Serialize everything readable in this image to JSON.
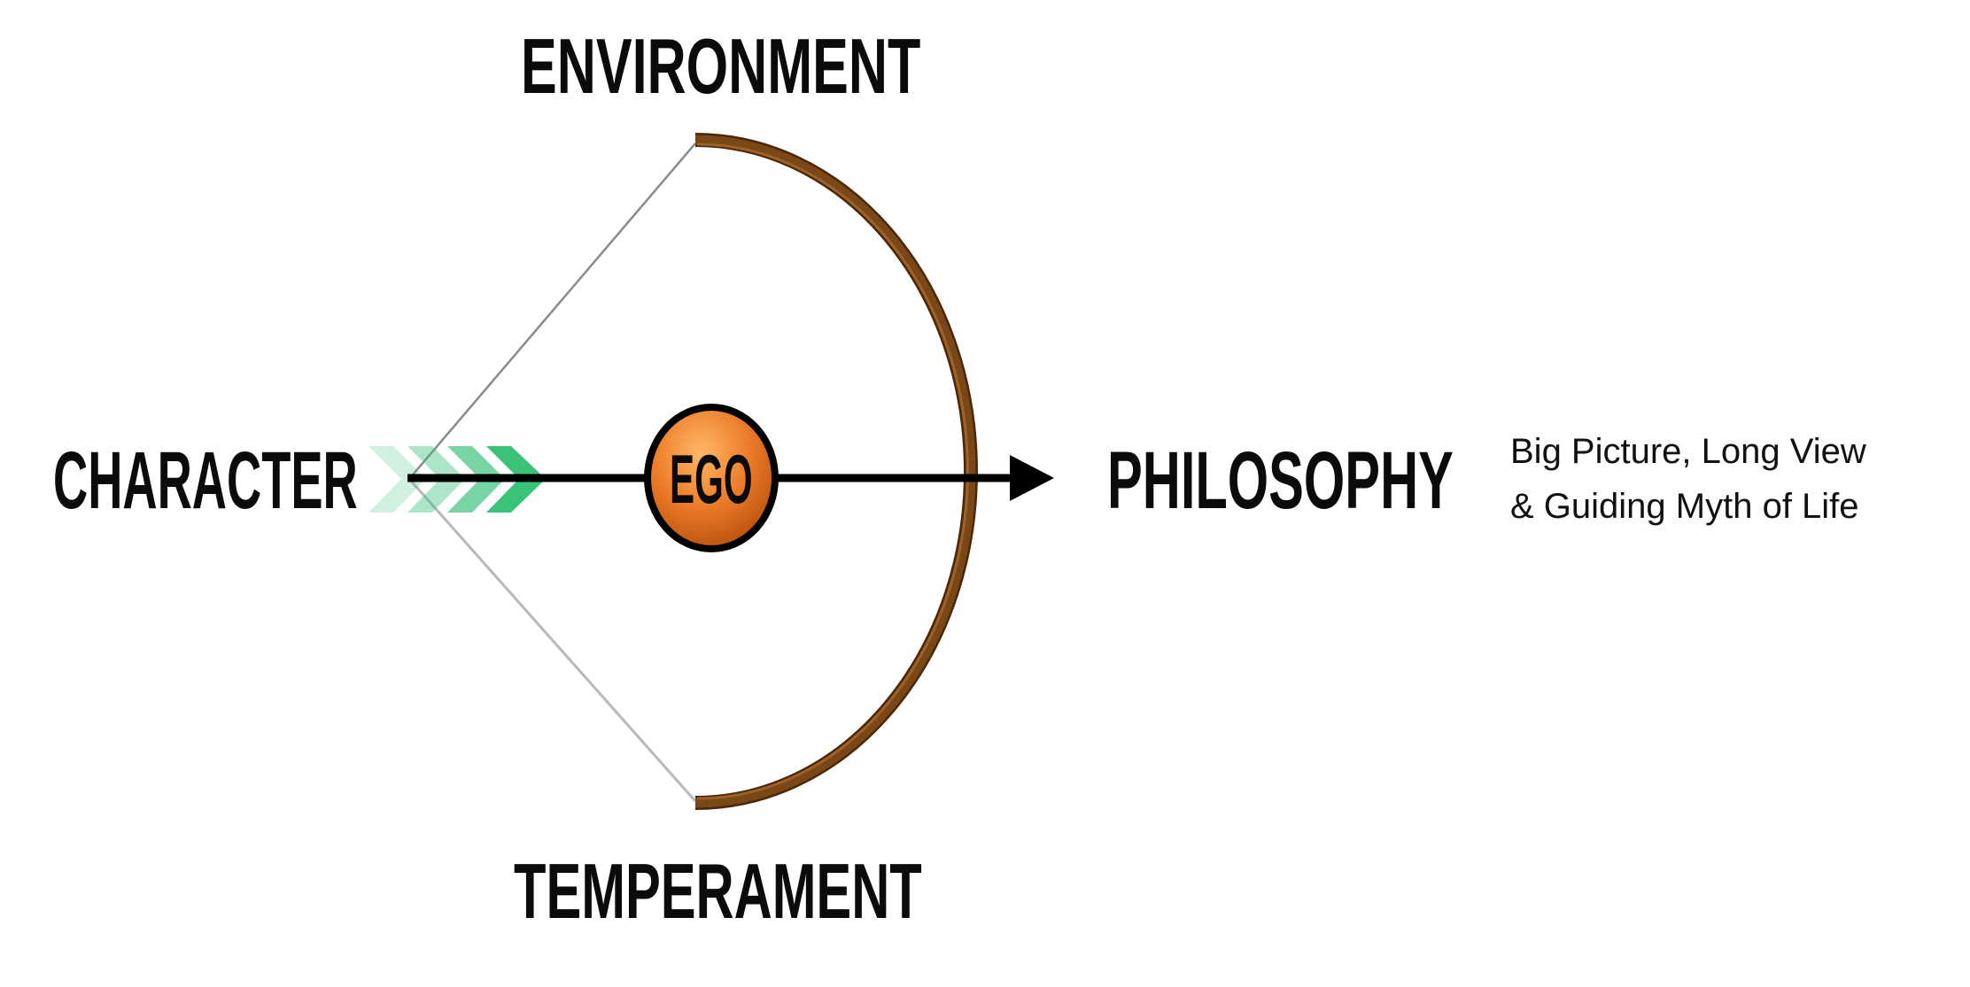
{
  "labels": {
    "top": "ENVIRONMENT",
    "bottom": "TEMPERAMENT",
    "left": "CHARACTER",
    "right": "PHILOSOPHY",
    "center": "EGO"
  },
  "note": {
    "line1": "Big Picture, Long View",
    "line2": "& Guiding Myth of Life"
  },
  "colors": {
    "bow": "#6b3d12",
    "bow_highlight": "#a8692e",
    "ego_fill": "#e8792a",
    "chevron": "#2fbf72",
    "arrow": "#000000",
    "string": "#8a8a8a"
  },
  "icons": [
    "bow-icon",
    "arrow-icon",
    "chevron-fletching-icon",
    "ego-circle-icon"
  ]
}
